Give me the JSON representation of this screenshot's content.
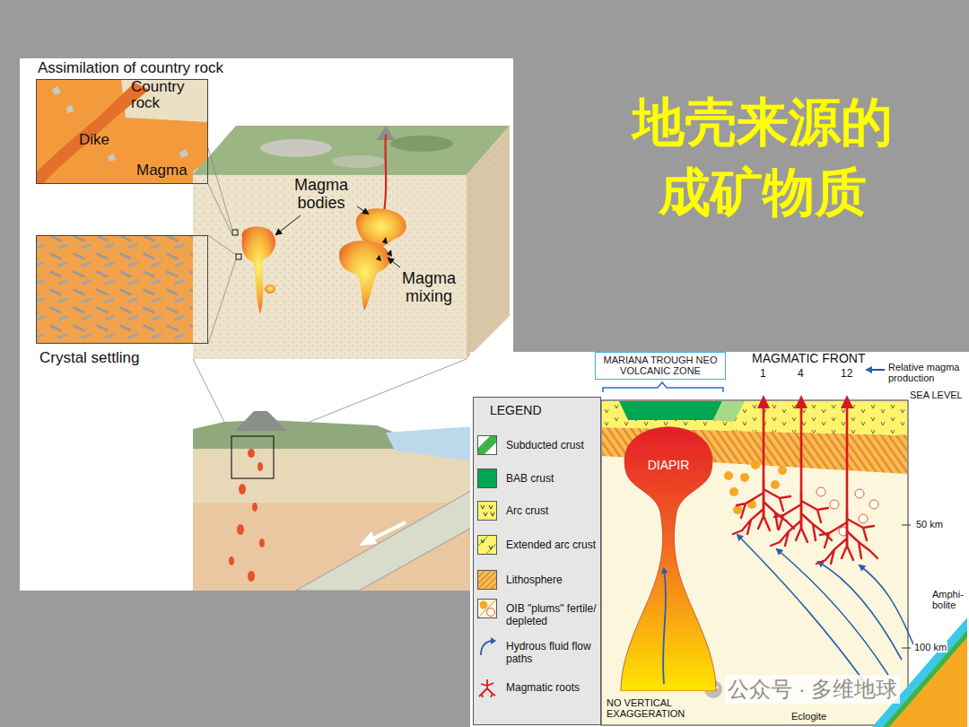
{
  "diagram": {
    "title": "地壳来源的 成矿物质",
    "nodes": [
      {
        "text": [
          "Assimilation of country rock"
        ]
      },
      {
        "text": [
          "Crystal settling"
        ]
      },
      {
        "text": [
          "MARIANA TROUGH NEO VOLCANIC ZONE"
        ]
      },
      {
        "text": [
          "LEGEND"
        ]
      },
      {
        "text": [
          "DIAPIR"
        ]
      }
    ],
    "labels": [
      "Country rock",
      "Dike",
      "Magma",
      "Magma bodies",
      "Magma mixing",
      "MAGMATIC FRONT",
      "1",
      "4",
      "12",
      "Relative magma production",
      "SEA LEVEL",
      "50 km",
      "100 km",
      "Amphi- bolite",
      "Eclogite",
      "NO VERTICAL EXAGGERATION",
      "公众号 · 多维地球"
    ],
    "legend": [
      {
        "text": "Subducted crust"
      },
      {
        "text": "BAB crust",
        "color": "#00a651"
      },
      {
        "text": "Arc crust"
      },
      {
        "text": "Extended arc crust"
      },
      {
        "text": "Lithosphere"
      },
      {
        "text": "OIB \"plums\" fertile/ depleted"
      },
      {
        "text": "Hydrous fluid flow paths"
      },
      {
        "text": "Magmatic roots"
      }
    ]
  }
}
